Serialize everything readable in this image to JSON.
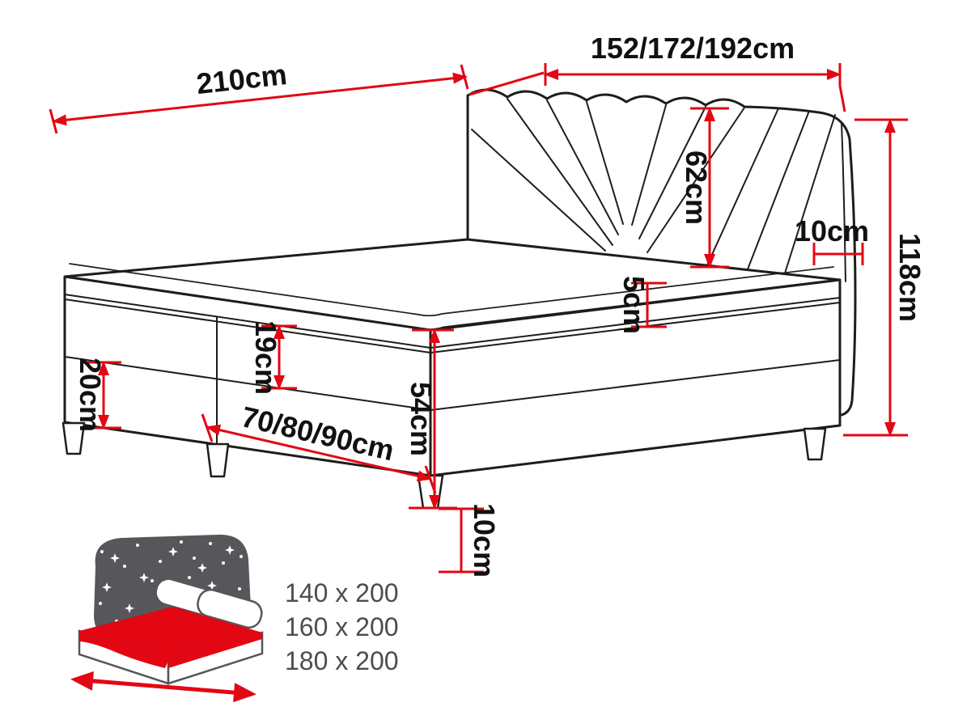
{
  "diagram": {
    "type": "boxspring-bed-dimension-diagram",
    "labels": {
      "width_options": "152/172/192cm",
      "length": "210cm",
      "headboard_height": "62cm",
      "headboard_depth": "10cm",
      "total_height": "118cm",
      "topper_thickness": "5cm",
      "mattress_thickness": "19cm",
      "base_height": "20cm",
      "bed_side_height": "54cm",
      "base_unit_width": "70/80/90cm",
      "leg_height": "10cm"
    },
    "sizes": [
      "140 x 200",
      "160 x 200",
      "180 x 200"
    ],
    "colors": {
      "dimension_red": "#e30613",
      "outline_black": "#1d1d1b",
      "icon_gray": "#57575b",
      "size_text_gray": "#4d4d4d",
      "label_black": "#111111"
    }
  }
}
